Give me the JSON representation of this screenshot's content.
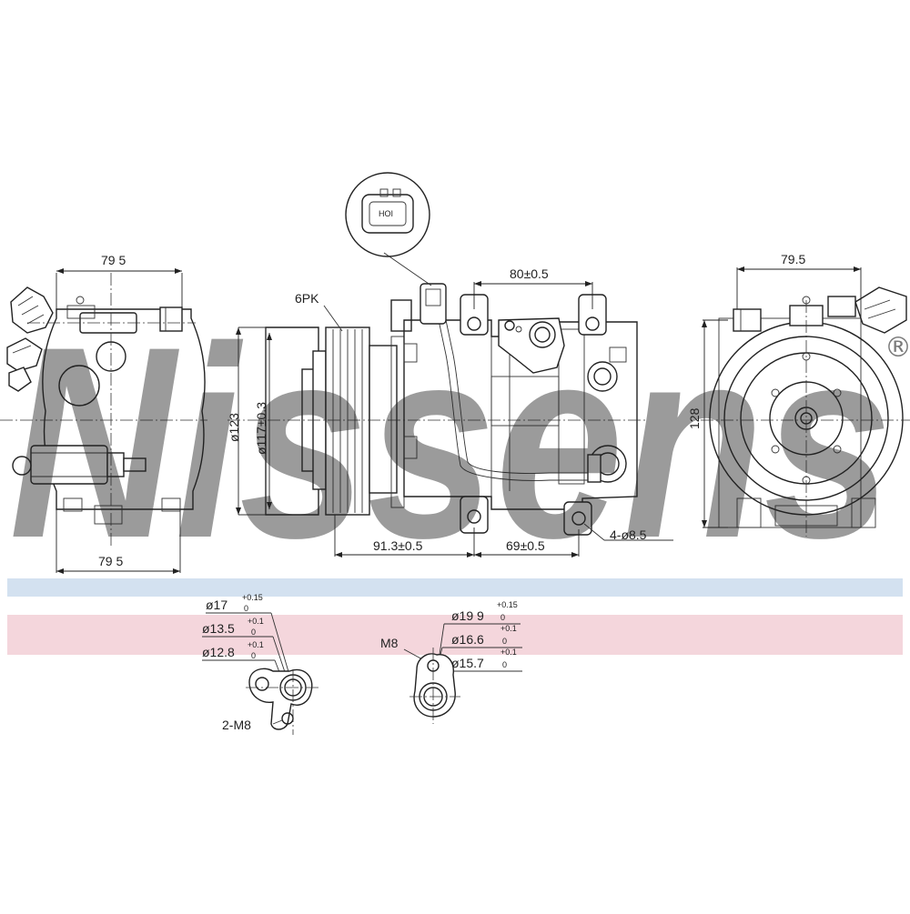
{
  "brand": {
    "watermark_text": "Nissens",
    "registered_mark": "®",
    "watermark_color": "#c9d8ea"
  },
  "bands": {
    "blue": "#d3e1f0",
    "pink": "#f4d6dc"
  },
  "dimensions": {
    "left_width_top": "79 5",
    "left_width_bottom": "79 5",
    "right_width": "79.5",
    "right_height": "128",
    "belt": "6PK",
    "pulley_outer": "ø123",
    "pulley_inner": "ø117±0.3",
    "mount_spacing_top": "80±0.5",
    "mount_spacing_a": "91.3±0.5",
    "mount_spacing_b": "69±0.5",
    "mount_holes": "4-ø8.5"
  },
  "ports": {
    "left": {
      "d1": "ø17",
      "d1_tol": "+0.15",
      "d1_tol_low": "0",
      "d2": "ø13.5",
      "d2_tol": "+0.1",
      "d2_tol_low": "0",
      "d3": "ø12.8",
      "d3_tol": "+0.1",
      "d3_tol_low": "0",
      "thread": "2-M8"
    },
    "right": {
      "d1": "ø19 9",
      "d1_tol": "+0.15",
      "d1_tol_low": "0",
      "d2": "ø16.6",
      "d2_tol": "+0.1",
      "d2_tol_low": "0",
      "d3": "ø15.7",
      "d3_tol": "+0.1",
      "d3_tol_low": "0",
      "thread": "M8"
    }
  }
}
